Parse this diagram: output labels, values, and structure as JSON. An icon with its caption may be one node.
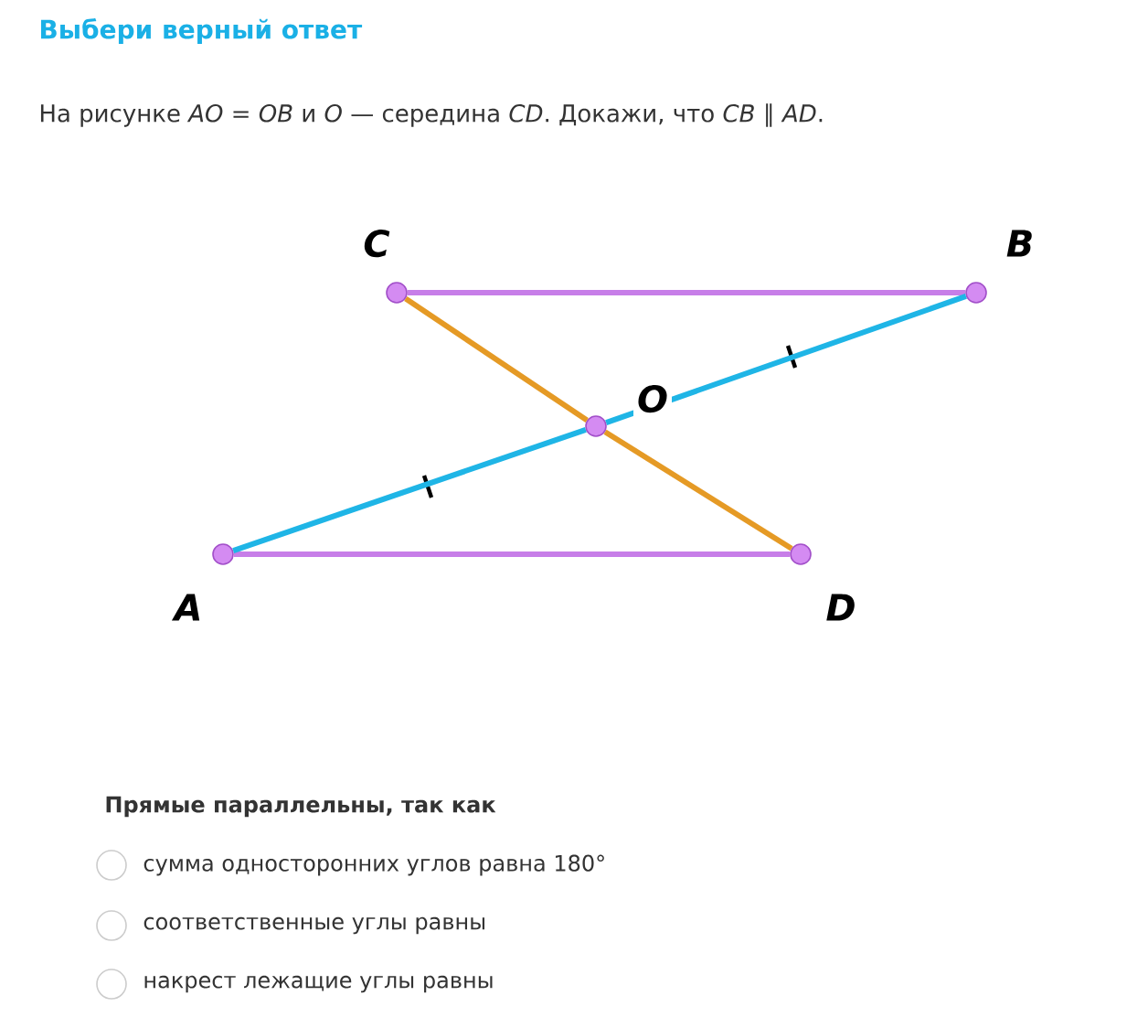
{
  "diagram": {
    "title": "Выбери верный ответ",
    "nodes": [
      {
        "text": [],
        "shape": "circle",
        "beside": [
          "C"
        ]
      },
      {
        "text": [],
        "shape": "circle",
        "beside": [
          "B"
        ]
      },
      {
        "text": [],
        "shape": "circle",
        "beside": [
          "O"
        ]
      },
      {
        "text": [],
        "shape": "circle",
        "beside": [
          "A"
        ]
      },
      {
        "text": [],
        "shape": "circle",
        "beside": [
          "D"
        ]
      }
    ],
    "edges": [
      {
        "from": 0,
        "to": 1,
        "arrow": "none",
        "color": "#c77ee8"
      },
      {
        "from": 3,
        "to": 4,
        "arrow": "none",
        "color": "#c77ee8"
      },
      {
        "from": 3,
        "to": 2,
        "arrow": "none",
        "color": "#1fb5e6"
      },
      {
        "from": 2,
        "to": 1,
        "arrow": "none",
        "color": "#1fb5e6"
      },
      {
        "from": 0,
        "to": 2,
        "arrow": "none",
        "color": "#e59a25"
      },
      {
        "from": 2,
        "to": 4,
        "arrow": "none",
        "color": "#e59a25"
      }
    ],
    "labels": [
      "На рисунке *AO* = *OB* и *O* — середина *CD*. Докажи, что *CB* ∥ *AD*.",
      "Прямые параллельны, так как",
      "сумма односторонних углов равна 180°",
      "соответственные углы равны",
      "накрест лежащие углы равны"
    ]
  }
}
